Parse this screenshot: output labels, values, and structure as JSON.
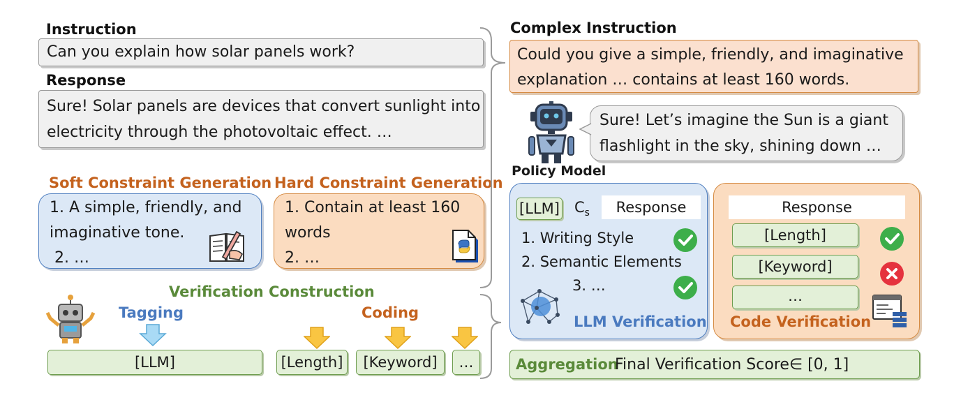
{
  "left": {
    "instruction_label": "Instruction",
    "instruction_text": "Can you explain how solar panels work?",
    "response_label": "Response",
    "response_line1": "Sure! Solar panels are devices that convert sunlight into",
    "response_line2": "electricity through the photovoltaic effect. …",
    "soft_title": "Soft Constraint Generation",
    "soft_line1": "1. A simple, friendly, and",
    "soft_line2": "imaginative tone.",
    "soft_line3": "2. …",
    "hard_title": "Hard Constraint Generation",
    "hard_line1": "1. Contain at least 160",
    "hard_line2": "words",
    "hard_line3": "2. …",
    "verif_title": "Verification Construction",
    "tagging_label": "Tagging",
    "coding_label": "Coding",
    "llm_tag": "[LLM]",
    "length_tag": "[Length]",
    "keyword_tag": "[Keyword]",
    "ellipsis_tag": "…"
  },
  "right": {
    "complex_label": "Complex Instruction",
    "complex_line1": "Could you give a simple, friendly, and imaginative",
    "complex_line2": "explanation …  contains at least 160 words.",
    "policy_line1": "Sure! Let’s imagine the Sun is a giant",
    "policy_line2": "flashlight in the sky, shining down …",
    "policy_label": "Policy Model",
    "llm_box": {
      "tag": "[LLM]",
      "c": "C",
      "c_sub": "s",
      "response": "Response",
      "item1": "1. Writing Style",
      "item2": "2. Semantic Elements",
      "item3": "3.   …",
      "title": "LLM Verification"
    },
    "code_box": {
      "response": "Response",
      "length": "[Length]",
      "keyword": "[Keyword]",
      "ellipsis": "…",
      "title": "Code Verification"
    },
    "aggregation_label": "Aggregation",
    "aggregation_text": "Final Verification Score∈ [0, 1]"
  },
  "colors": {
    "soft_bg": "#dce8f6",
    "hard_bg": "#fbdcc0",
    "green_tag": "#e3f0d8",
    "complex_bg": "#fbe0cf",
    "check": "#3dae4a",
    "cross": "#e5323e"
  }
}
